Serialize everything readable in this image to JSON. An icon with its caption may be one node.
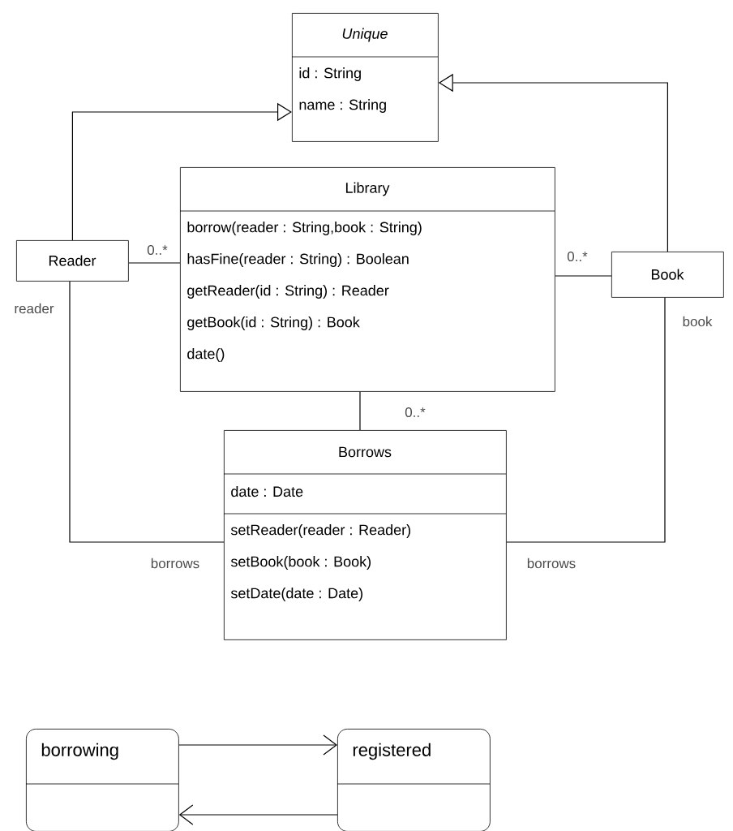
{
  "diagram": {
    "nodes": [
      {
        "text": [
          "*Unique*",
          "id : String",
          "name : String"
        ]
      },
      {
        "text": [
          "Library",
          "borrow(reader : String,book : String)",
          "hasFine(reader : String) : Boolean",
          "getReader(id : String) : Reader",
          "getBook(id : String) : Book",
          "date()"
        ]
      },
      {
        "text": [
          "Reader"
        ]
      },
      {
        "text": [
          "Book"
        ]
      },
      {
        "text": [
          "Borrows",
          "date : Date",
          "setReader(reader : Reader)",
          "setBook(book : Book)",
          "setDate(date : Date)"
        ]
      },
      {
        "text": [
          "borrowing"
        ]
      },
      {
        "text": [
          "registered"
        ]
      }
    ],
    "edges": [
      {
        "from": 2,
        "to": 0,
        "arrow": "to"
      },
      {
        "from": 3,
        "to": 0,
        "arrow": "to"
      },
      {
        "from": 2,
        "to": 1,
        "arrow": "none"
      },
      {
        "from": 1,
        "to": 3,
        "arrow": "none"
      },
      {
        "from": 1,
        "to": 4,
        "arrow": "none"
      },
      {
        "from": 2,
        "to": 4,
        "arrow": "none"
      },
      {
        "from": 3,
        "to": 4,
        "arrow": "none"
      },
      {
        "from": 5,
        "to": 6,
        "arrow": "to"
      },
      {
        "from": 6,
        "to": 5,
        "arrow": "to"
      }
    ],
    "labels": [
      "0..*",
      "reader",
      "0..*",
      "book",
      "0..*",
      "borrows",
      "borrows"
    ]
  }
}
